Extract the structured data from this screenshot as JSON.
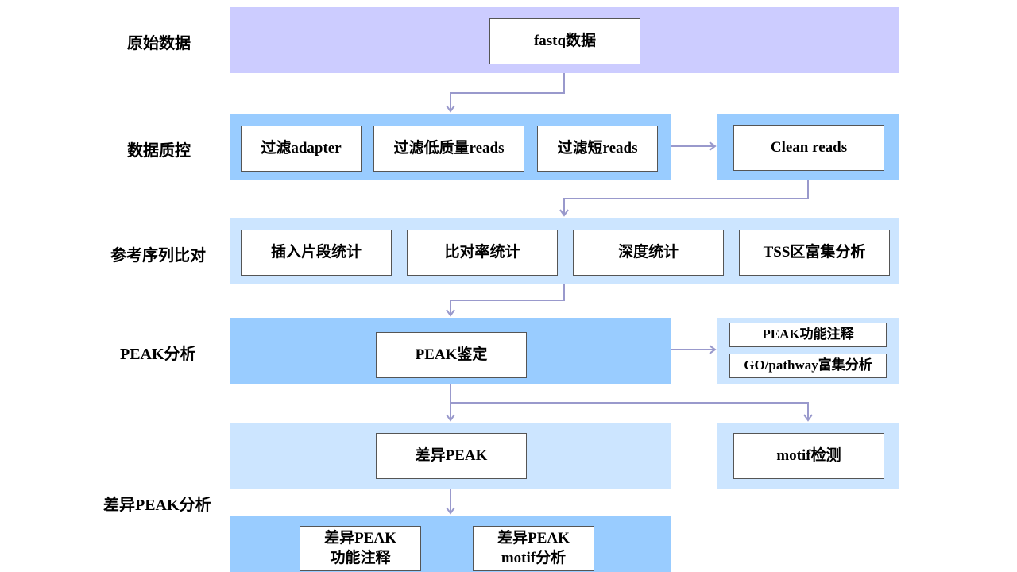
{
  "stages": {
    "raw": "原始数据",
    "qc": "数据质控",
    "align": "参考序列比对",
    "peak": "PEAK分析",
    "diff": "差异PEAK分析"
  },
  "boxes": {
    "fastq": "fastq数据",
    "filter_adapter": "过滤adapter",
    "filter_lowq": "过滤低质量reads",
    "filter_short": "过滤短reads",
    "clean_reads": "Clean reads",
    "insert_stats": "插入片段统计",
    "align_rate": "比对率统计",
    "depth_stats": "深度统计",
    "tss_enrich": "TSS区富集分析",
    "peak_call": "PEAK鉴定",
    "peak_annot": "PEAK功能注释",
    "go_pathway": "GO/pathway富集分析",
    "diff_peak": "差异PEAK",
    "motif_detect": "motif检测",
    "diff_annot_l1": "差异PEAK",
    "diff_annot_l2": "功能注释",
    "diff_motif_l1": "差异PEAK",
    "diff_motif_l2": "motif分析"
  },
  "colors": {
    "band_lavender": "#ccccff",
    "band_blue": "#99ccff",
    "band_pale": "#cce5ff",
    "connector": "#9999cc"
  }
}
